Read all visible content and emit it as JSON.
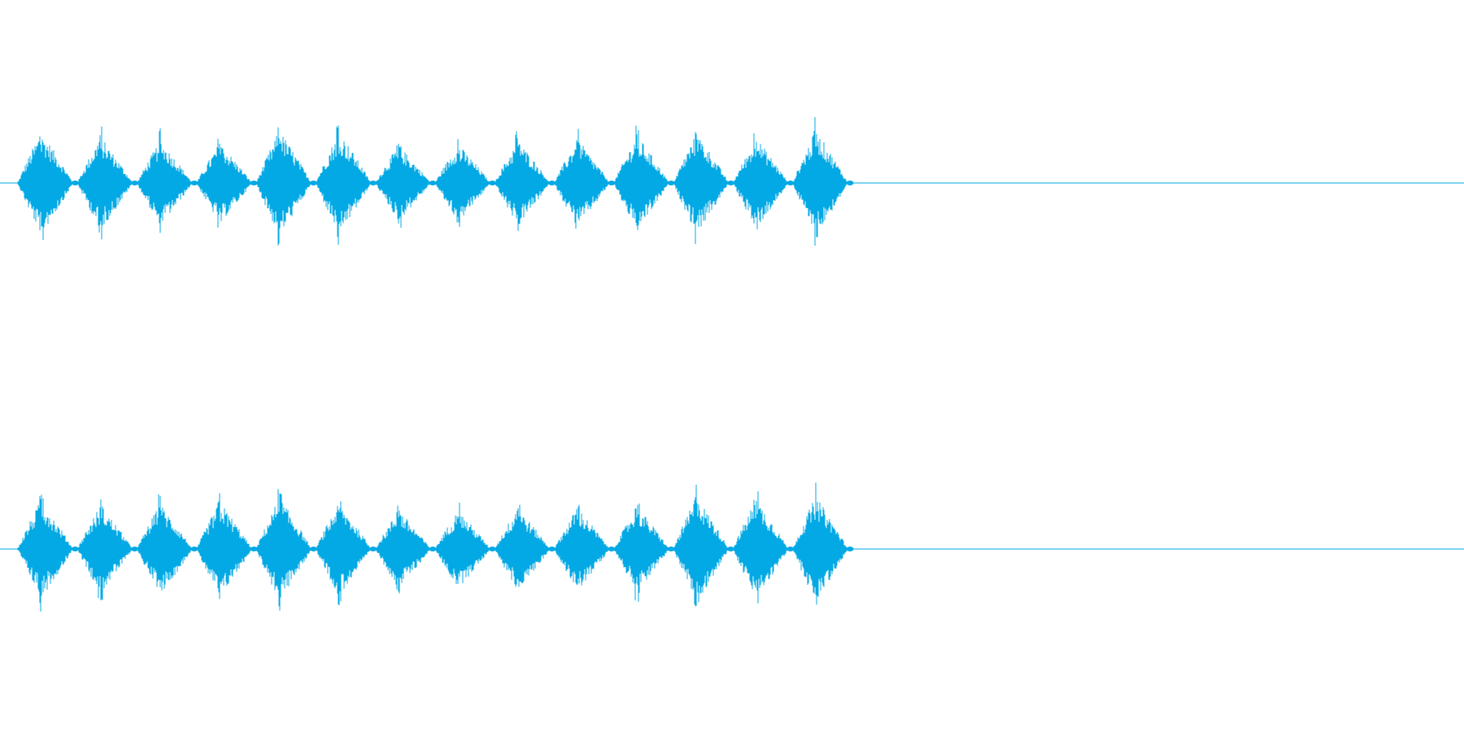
{
  "waveform": {
    "color": "#03a9e4",
    "channels": [
      {
        "name": "channel-1",
        "burst_count": 14
      },
      {
        "name": "channel-2",
        "burst_count": 14
      }
    ],
    "peak_amplitudes": {
      "channel-1": [
        0.82,
        0.74,
        0.68,
        0.64,
        0.84,
        0.82,
        0.6,
        0.62,
        0.68,
        0.7,
        0.76,
        0.8,
        0.72,
        0.84
      ],
      "channel-2": [
        0.78,
        0.7,
        0.72,
        0.76,
        0.82,
        0.74,
        0.62,
        0.62,
        0.66,
        0.66,
        0.68,
        0.84,
        0.8,
        0.84
      ]
    },
    "audio_fraction": 0.58
  }
}
